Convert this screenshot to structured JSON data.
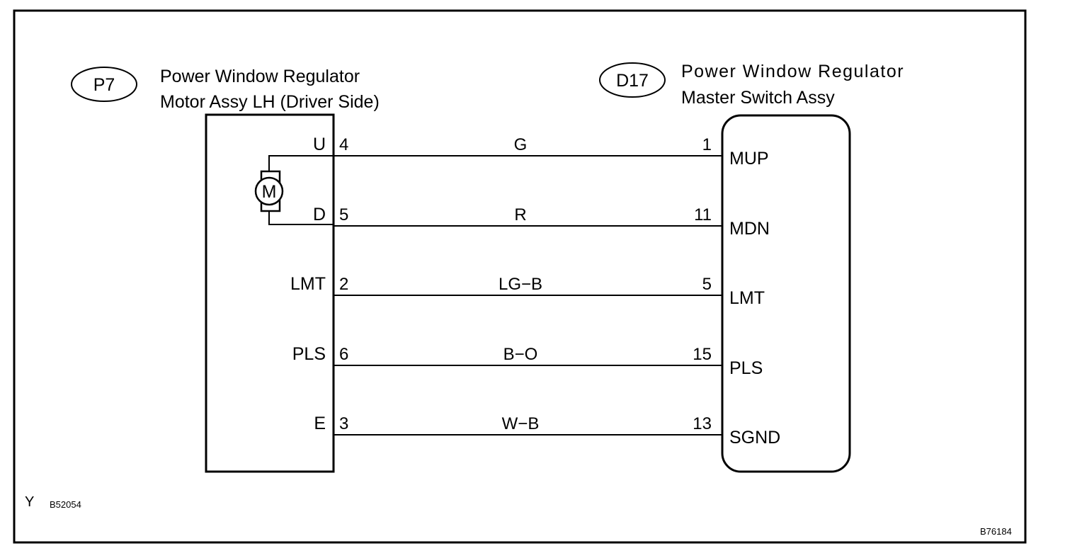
{
  "connectors": {
    "left": {
      "code": "P7",
      "name_line1": "Power Window Regulator",
      "name_line2": "Motor Assy LH (Driver Side)"
    },
    "right": {
      "code": "D17",
      "name_line1": "Power Window Regulator",
      "name_line2": "Master Switch Assy"
    }
  },
  "motor_symbol": "M",
  "wires": [
    {
      "left_terminal": "U",
      "left_pin": "4",
      "color": "G",
      "right_pin": "1",
      "right_terminal": "MUP"
    },
    {
      "left_terminal": "D",
      "left_pin": "5",
      "color": "R",
      "right_pin": "11",
      "right_terminal": "MDN"
    },
    {
      "left_terminal": "LMT",
      "left_pin": "2",
      "color": "LG−B",
      "right_pin": "5",
      "right_terminal": "LMT"
    },
    {
      "left_terminal": "PLS",
      "left_pin": "6",
      "color": "B−O",
      "right_pin": "15",
      "right_terminal": "PLS"
    },
    {
      "left_terminal": "E",
      "left_pin": "3",
      "color": "W−B",
      "right_pin": "13",
      "right_terminal": "SGND"
    }
  ],
  "footer": {
    "corner_mark": "Y",
    "ref_left": "B52054",
    "ref_right": "B76184"
  }
}
